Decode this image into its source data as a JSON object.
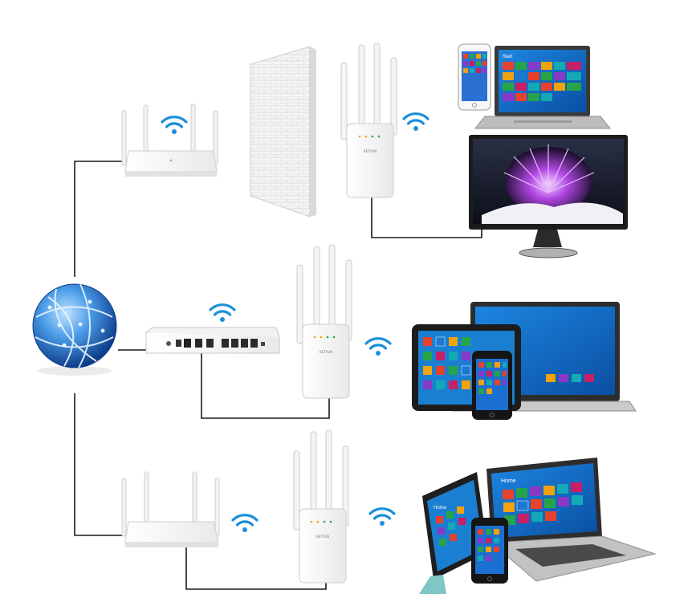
{
  "figure": {
    "type": "network-setup-diagram",
    "rows": [
      {
        "source": "router",
        "repeater_mode": "wireless",
        "devices": [
          "smartphone",
          "laptop",
          "monitor"
        ]
      },
      {
        "source": "modem-access-point",
        "repeater_mode": "wired",
        "devices": [
          "tablet",
          "laptop",
          "smartphone"
        ]
      },
      {
        "source": "router",
        "repeater_mode": "wired",
        "devices": [
          "tablet",
          "laptop",
          "smartphone"
        ]
      }
    ]
  },
  "device_text": {
    "laptop_top_title": "Start",
    "laptop_bottom_title": "Home",
    "tablet_bottom_title": "Home",
    "repeater_brand": "KETYUN"
  },
  "colors": {
    "wifi_blue": "#1b8fd9",
    "globe_blue": "#2f7fd6",
    "cable": "#1a1a1a",
    "tile_palette": [
      "#e8412c",
      "#27a44a",
      "#1d78d1",
      "#8a39c7",
      "#f2a20c",
      "#14a9b5",
      "#c81f66"
    ]
  },
  "icons": [
    "globe-icon",
    "wifi-icon",
    "router",
    "repeater",
    "wall",
    "monitor",
    "laptop",
    "tablet",
    "smartphone"
  ]
}
